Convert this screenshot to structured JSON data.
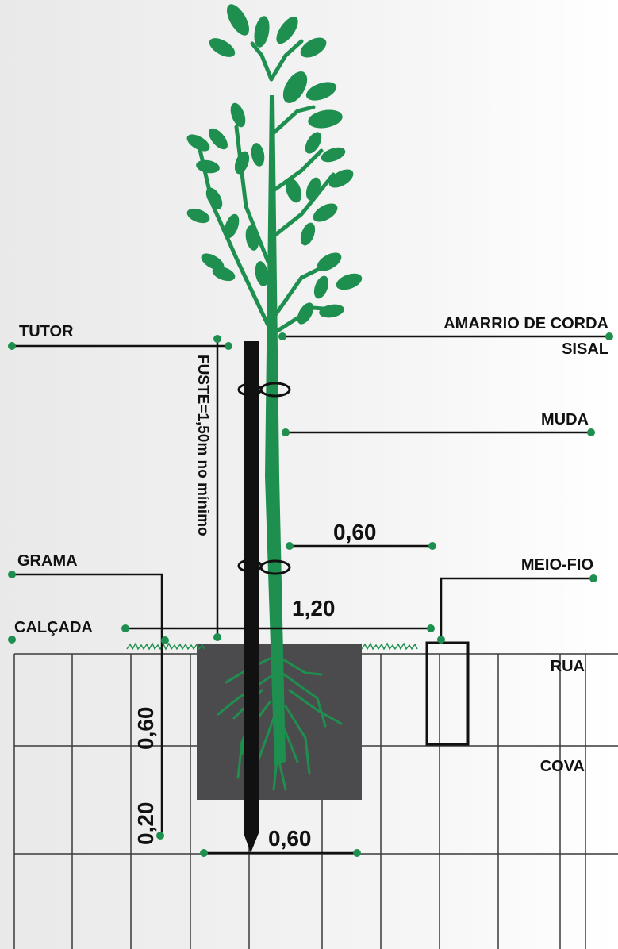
{
  "labels": {
    "tutor": "TUTOR",
    "amarrio_line1": "AMARRIO DE CORDA",
    "amarrio_line2": "SISAL",
    "muda": "MUDA",
    "grama": "GRAMA",
    "meio_fio": "MEIO-FIO",
    "calcada": "CALÇADA",
    "rua": "RUA",
    "cova": "COVA",
    "fuste": "FUSTE=1,50m no mínimo"
  },
  "dimensions": {
    "top_width": "0,60",
    "sidewalk_width": "1,20",
    "pit_depth": "0,60",
    "stake_below_pit": "0,20",
    "pit_width": "0,60"
  },
  "colors": {
    "plant_green": "#1e8f4e",
    "pit_gray": "#4b4b4d",
    "stake_black": "#111111",
    "line_black": "#111111",
    "dot_green": "#1e8f4e",
    "grid_line": "#3a3a3a"
  },
  "icons": {
    "plant": "seedling-icon",
    "stake": "stake-icon",
    "tie": "rope-tie-icon",
    "curb": "curb-icon",
    "grass": "grass-icon"
  }
}
